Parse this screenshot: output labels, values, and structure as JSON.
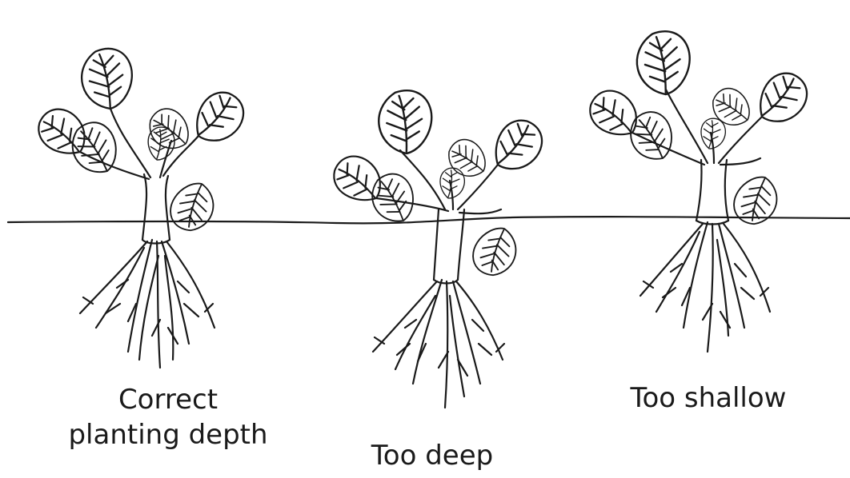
{
  "captions": {
    "correct": {
      "line1": "Correct",
      "line2": "planting depth"
    },
    "deep": "Too deep",
    "shallow": "Too shallow"
  },
  "colors": {
    "ink": "#1a1a1a",
    "background": "#ffffff"
  }
}
